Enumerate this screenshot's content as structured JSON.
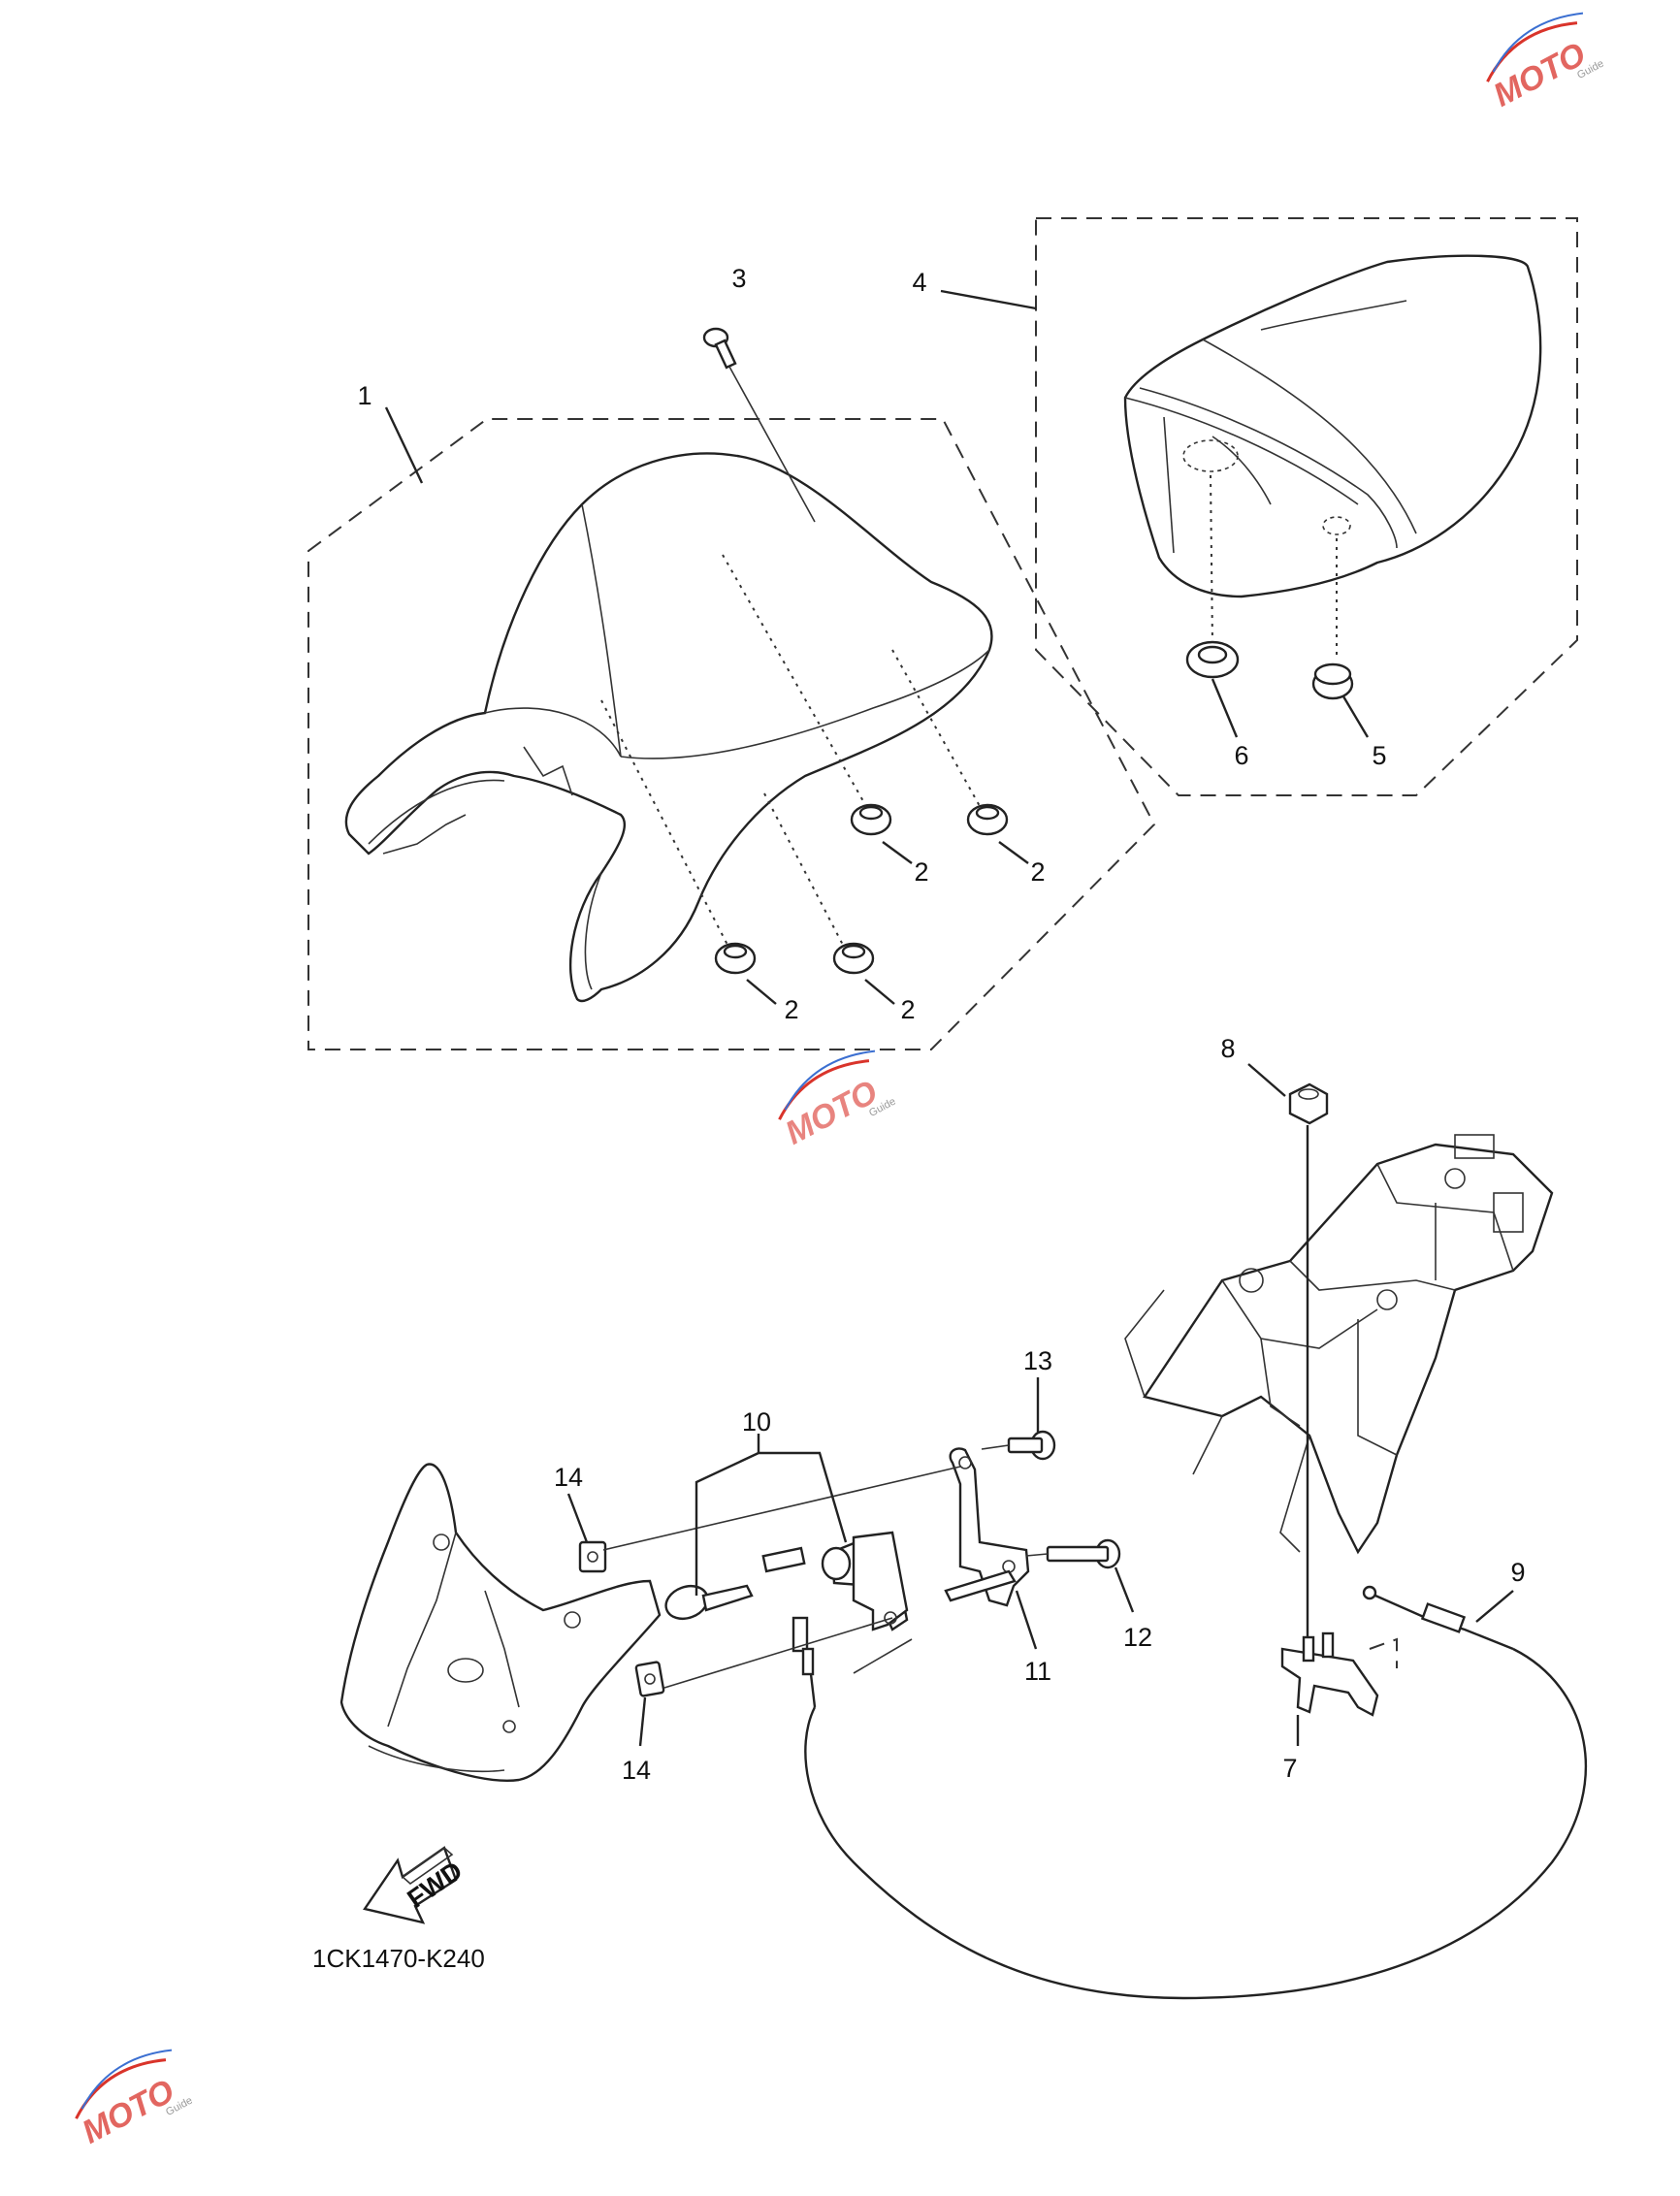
{
  "diagram": {
    "drawing_code": "1CK1470-K240",
    "fwd_label": "FWD",
    "callouts": [
      "1",
      "2",
      "2",
      "2",
      "2",
      "3",
      "4",
      "5",
      "6",
      "7",
      "8",
      "9",
      "10",
      "11",
      "12",
      "13",
      "14",
      "14"
    ],
    "watermark": {
      "text": "MOTO",
      "subtext": "Guide",
      "color": "#d9342b",
      "accent": "#3b6fd1"
    }
  }
}
